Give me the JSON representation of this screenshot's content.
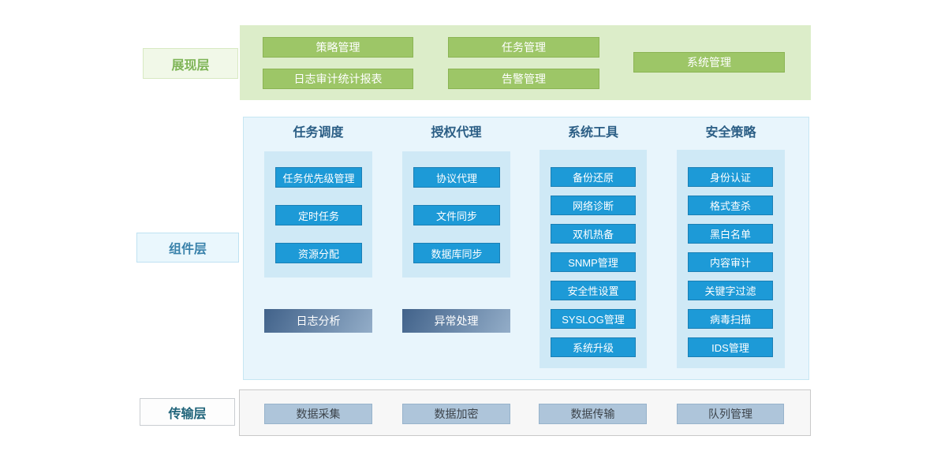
{
  "layers": {
    "presentation": {
      "label": "展现层",
      "buttons": [
        "策略管理",
        "任务管理",
        "日志审计统计报表",
        "告警管理",
        "系统管理"
      ]
    },
    "component": {
      "label": "组件层",
      "columns": [
        {
          "header": "任务调度",
          "items": [
            "任务优先级管理",
            "定时任务",
            "资源分配"
          ],
          "footer": "日志分析"
        },
        {
          "header": "授权代理",
          "items": [
            "协议代理",
            "文件同步",
            "数据库同步"
          ],
          "footer": "异常处理"
        },
        {
          "header": "系统工具",
          "items": [
            "备份还原",
            "网络诊断",
            "双机热备",
            "SNMP管理",
            "安全性设置",
            "SYSLOG管理",
            "系统升级"
          ]
        },
        {
          "header": "安全策略",
          "items": [
            "身份认证",
            "格式查杀",
            "黑白名单",
            "内容审计",
            "关键字过滤",
            "病毒扫描",
            "IDS管理"
          ]
        }
      ]
    },
    "transport": {
      "label": "传输层",
      "buttons": [
        "数据采集",
        "数据加密",
        "数据传输",
        "队列管理"
      ]
    }
  },
  "colors": {
    "green_button": "#9dc667",
    "green_container": "#dcedc9",
    "blue_button": "#1d9ad7",
    "blue_container": "#e8f5fc",
    "blue_panel": "#cfe9f6",
    "header_text": "#2b5e85",
    "gradient_button_start": "#41628a",
    "gradient_button_end": "#93adc8",
    "steel_button": "#aec5da",
    "transport_container": "#f7f7f7"
  }
}
